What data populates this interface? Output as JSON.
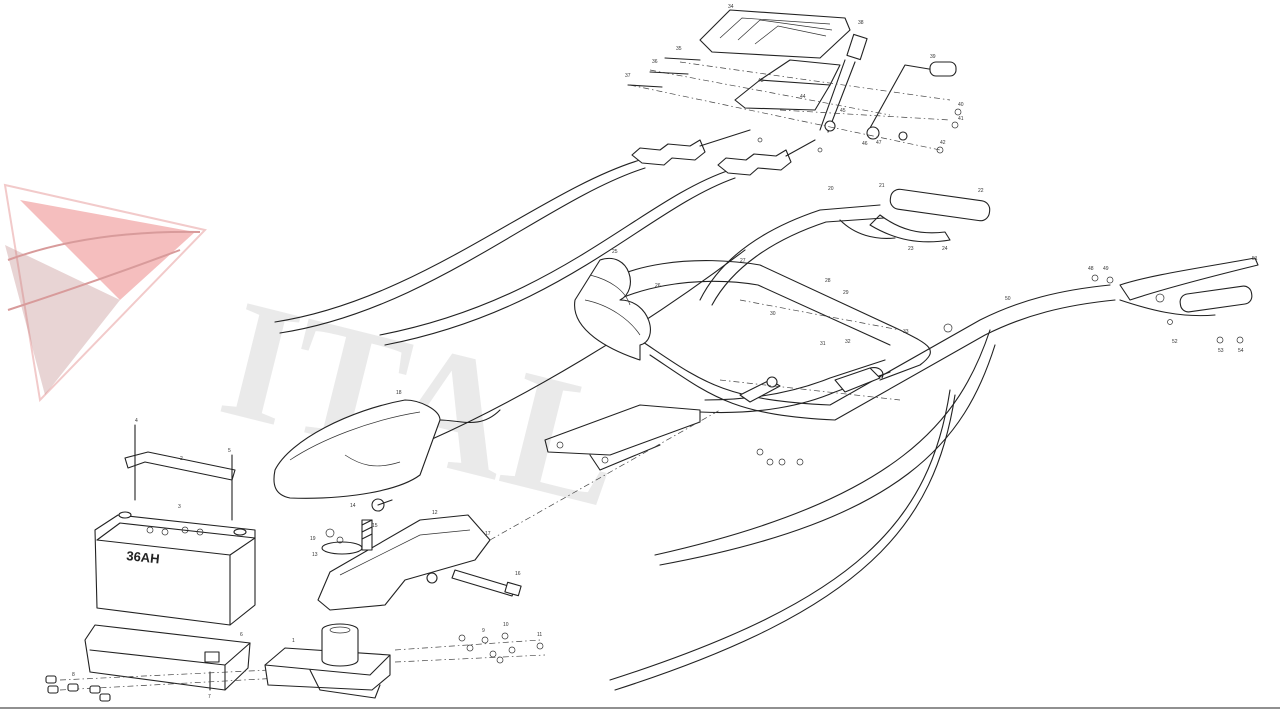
{
  "watermark": {
    "text": "ITAL",
    "logo_colors": [
      "#e23b3b",
      "#8a1f1f",
      "#cfcfcf"
    ]
  },
  "battery": {
    "label": "36AH"
  },
  "part_numbers": {
    "console": [
      "34",
      "35",
      "36",
      "37",
      "38",
      "39",
      "40",
      "41",
      "42",
      "43",
      "44",
      "45",
      "46",
      "47"
    ],
    "handles": [
      "20",
      "21",
      "22",
      "23",
      "24",
      "25",
      "26",
      "27",
      "28",
      "29",
      "30",
      "31",
      "32",
      "33",
      "48",
      "49",
      "50",
      "51",
      "52",
      "53",
      "54"
    ],
    "lower": [
      "1",
      "2",
      "3",
      "4",
      "5",
      "6",
      "7",
      "8",
      "9",
      "10",
      "11",
      "12",
      "13",
      "14",
      "15",
      "16",
      "17",
      "18",
      "19"
    ]
  }
}
